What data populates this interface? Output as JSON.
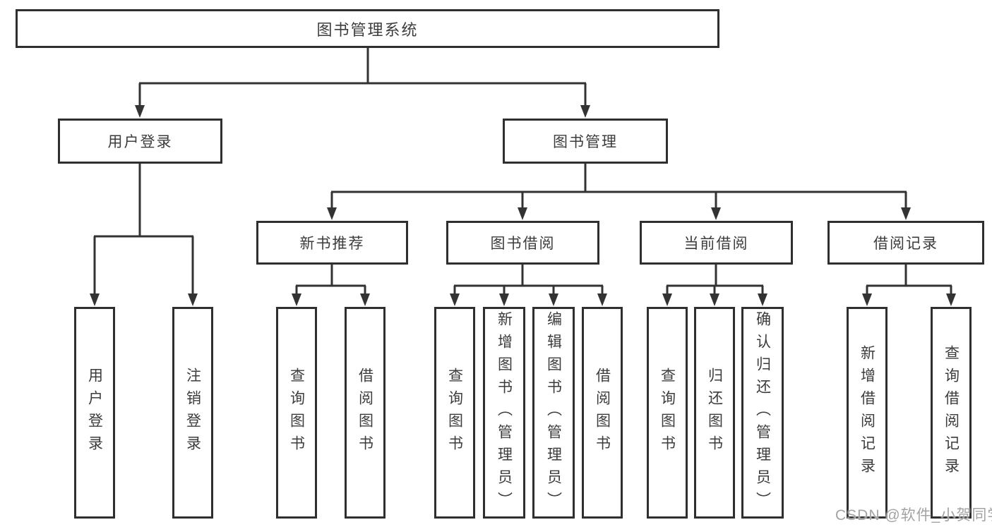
{
  "tree": {
    "label": "图书管理系统",
    "children": [
      {
        "label": "用户登录",
        "children": [
          {
            "label": "用户登录"
          },
          {
            "label": "注销登录"
          }
        ]
      },
      {
        "label": "图书管理",
        "children": [
          {
            "label": "新书推荐",
            "children": [
              {
                "label": "查询图书"
              },
              {
                "label": "借阅图书"
              }
            ]
          },
          {
            "label": "图书借阅",
            "children": [
              {
                "label": "查询图书"
              },
              {
                "label": "新增图书（管理员）"
              },
              {
                "label": "编辑图书（管理员）"
              },
              {
                "label": "借阅图书"
              }
            ]
          },
          {
            "label": "当前借阅",
            "children": [
              {
                "label": "查询图书"
              },
              {
                "label": "归还图书"
              },
              {
                "label": "确认归还（管理员）"
              }
            ]
          },
          {
            "label": "借阅记录",
            "children": [
              {
                "label": "新增借阅记录"
              },
              {
                "label": "查询借阅记录"
              }
            ]
          }
        ]
      }
    ]
  },
  "watermark": {
    "text": "CSDN @软件_小贺同学"
  },
  "colors": {
    "line": "#333333",
    "box_border": "#2f2f2f",
    "text": "#3c3c3c",
    "watermark": "#a3a3a3",
    "background": "#ffffff"
  }
}
